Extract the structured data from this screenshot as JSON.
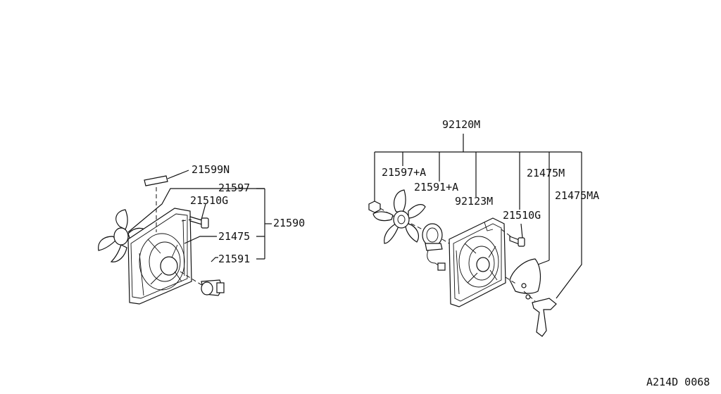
{
  "labels": {
    "left_21599n": "21599N",
    "left_21597": "21597",
    "left_21510g": "21510G",
    "left_21590": "21590",
    "left_21475": "21475",
    "left_21591": "21591",
    "right_92120m": "92120M",
    "right_21597a": "21597+A",
    "right_21591a": "21591+A",
    "right_92123m": "92123M",
    "right_21475m": "21475M",
    "right_21510g": "21510G",
    "right_21475ma": "21475MA"
  },
  "footer": {
    "code": "A214D 0068"
  }
}
